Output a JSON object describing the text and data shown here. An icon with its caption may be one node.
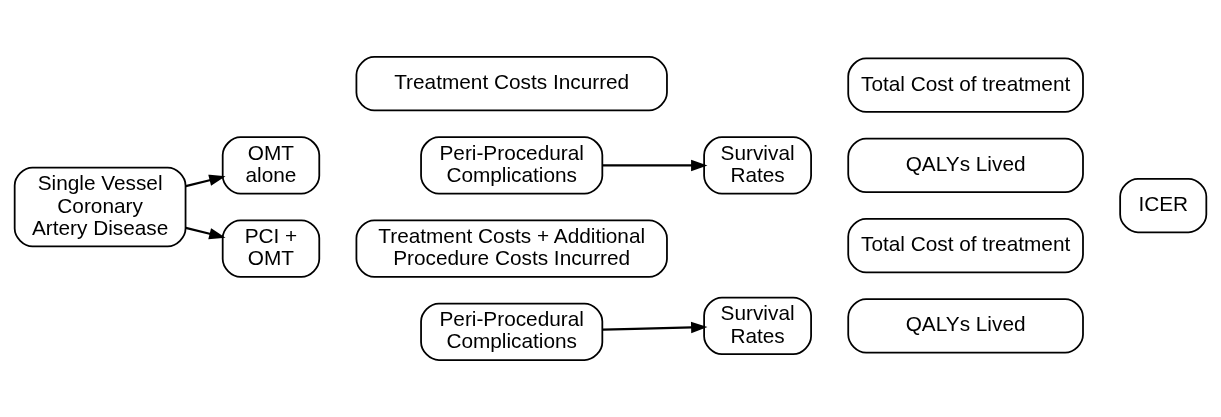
{
  "diagram": {
    "nodes": [
      {
        "text": [
          "Single Vessel Coronary Artery Disease"
        ]
      },
      {
        "text": [
          "OMT alone"
        ]
      },
      {
        "text": [
          "Treatment Costs Incurred"
        ]
      },
      {
        "text": [
          "Peri-Procedural Complications"
        ]
      },
      {
        "text": [
          "Survival Rates"
        ]
      },
      {
        "text": [
          "Total Cost of treatment"
        ]
      },
      {
        "text": [
          "QALYs Lived"
        ]
      },
      {
        "text": [
          "PCI + OMT"
        ]
      },
      {
        "text": [
          "Treatment Costs + Additional Procedure Costs Incurred"
        ]
      },
      {
        "text": [
          "Peri-Procedural Complications"
        ]
      },
      {
        "text": [
          "Survival Rates"
        ]
      },
      {
        "text": [
          "Total Cost of treatment"
        ]
      },
      {
        "text": [
          "QALYs Lived"
        ]
      },
      {
        "text": [
          "ICER"
        ]
      }
    ],
    "edges": [
      {
        "from": 0,
        "to": 1,
        "arrow": "to"
      },
      {
        "from": 0,
        "to": 7,
        "arrow": "to"
      },
      {
        "from": 3,
        "to": 4,
        "arrow": "to"
      },
      {
        "from": 9,
        "to": 10,
        "arrow": "to"
      }
    ]
  }
}
